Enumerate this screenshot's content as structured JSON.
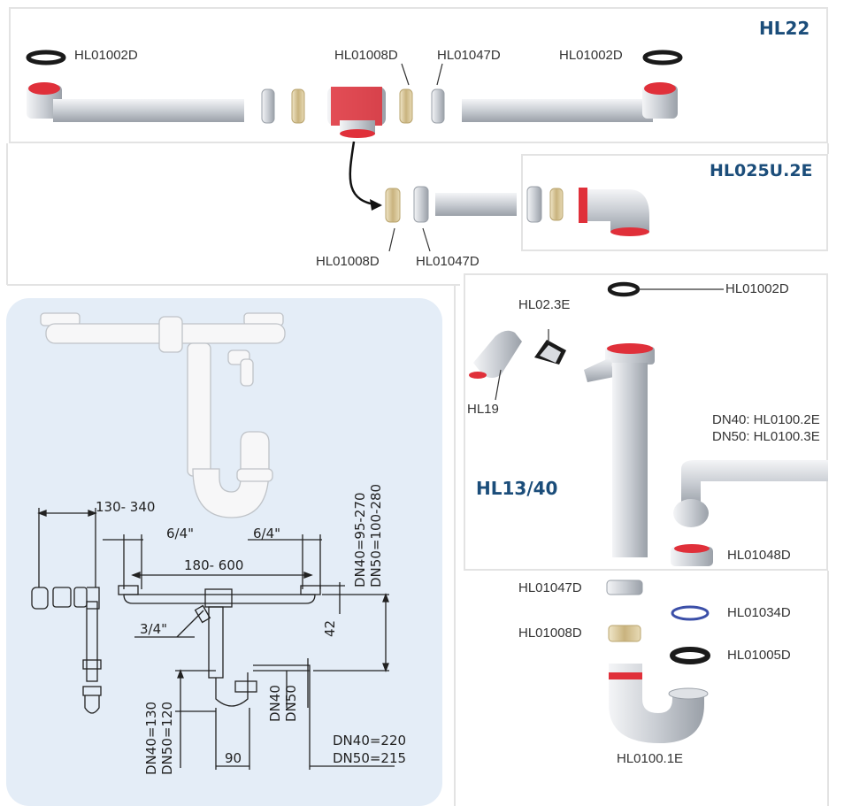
{
  "colors": {
    "heading": "#1b4d7a",
    "panel_bg": "#e4edf7",
    "pipe": "#d8dbe0",
    "seal_red": "#e0303a",
    "ring_brass": "#d9c79e",
    "gasket_black": "#1a1a1a",
    "gasket_blue": "#3b4fa8",
    "frame": "#e3e3e3"
  },
  "sections": {
    "hl22": {
      "title": "HL22"
    },
    "hl025": {
      "title": "HL025U.2E"
    },
    "hl13": {
      "title": "HL13/40"
    }
  },
  "parts": {
    "top_left_gasket": "HL01002D",
    "top_nut_ring": "HL01008D",
    "top_nut": "HL01047D",
    "top_right_gasket": "HL01002D",
    "mid_ring": "HL01008D",
    "mid_nut": "HL01047D",
    "side_gasket": "HL01002D",
    "hose_connector": "HL02.3E",
    "elbow": "HL19",
    "trap_pipe_dn40": "DN40: HL0100.2E",
    "trap_pipe_dn50": "DN50: HL0100.3E",
    "cap_nut": "HL01048D",
    "nut_small": "HL01047D",
    "blue_gasket": "HL01034D",
    "brass_ring": "HL01008D",
    "black_gasket": "HL01005D",
    "u_bend": "HL0100.1E"
  },
  "dimensions": {
    "width_range": "130- 340",
    "pipe_left": "6/4\"",
    "pipe_right": "6/4\"",
    "spacing": "180- 600",
    "hose": "3/4\"",
    "height_dn40": "DN40=95-270",
    "height_dn50": "DN50=100-280",
    "offset": "42",
    "dn40": "DN40",
    "dn50": "DN50",
    "depth_dn40": "DN40=130",
    "depth_dn50": "DN50=120",
    "trap_width": "90",
    "outlet_dn40": "DN40=220",
    "outlet_dn50": "DN50=215"
  }
}
